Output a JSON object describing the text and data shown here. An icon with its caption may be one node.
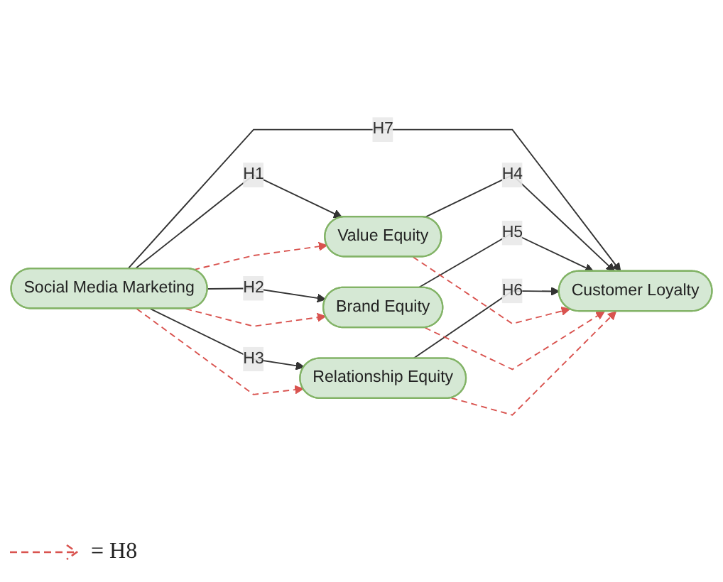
{
  "diagram": {
    "nodes": [
      {
        "text": [
          "Social Media Marketing"
        ]
      },
      {
        "text": [
          "Value Equity"
        ]
      },
      {
        "text": [
          "Brand Equity"
        ]
      },
      {
        "text": [
          "Relationship Equity"
        ]
      },
      {
        "text": [
          "Customer  Loyalty"
        ]
      }
    ],
    "edges": [
      {
        "from": 0,
        "to": 4,
        "arrow": "to",
        "label": "H7"
      },
      {
        "from": 0,
        "to": 1,
        "arrow": "to",
        "label": "H1"
      },
      {
        "from": 0,
        "to": 2,
        "arrow": "to",
        "label": "H2"
      },
      {
        "from": 0,
        "to": 3,
        "arrow": "to",
        "label": "H3"
      },
      {
        "from": 1,
        "to": 4,
        "arrow": "to",
        "label": "H4"
      },
      {
        "from": 2,
        "to": 4,
        "arrow": "to",
        "label": "H5"
      },
      {
        "from": 3,
        "to": 4,
        "arrow": "to",
        "label": "H6"
      },
      {
        "from": 0,
        "to": 1,
        "arrow": "to",
        "style": "dashed",
        "color": "#d9534f"
      },
      {
        "from": 0,
        "to": 2,
        "arrow": "to",
        "style": "dashed",
        "color": "#d9534f"
      },
      {
        "from": 0,
        "to": 3,
        "arrow": "to",
        "style": "dashed",
        "color": "#d9534f"
      },
      {
        "from": 1,
        "to": 4,
        "arrow": "to",
        "style": "dashed",
        "color": "#d9534f"
      },
      {
        "from": 2,
        "to": 4,
        "arrow": "to",
        "style": "dashed",
        "color": "#d9534f"
      },
      {
        "from": 3,
        "to": 4,
        "arrow": "to",
        "style": "dashed",
        "color": "#d9534f"
      }
    ],
    "legend": [
      {
        "text": "= H8"
      }
    ]
  }
}
